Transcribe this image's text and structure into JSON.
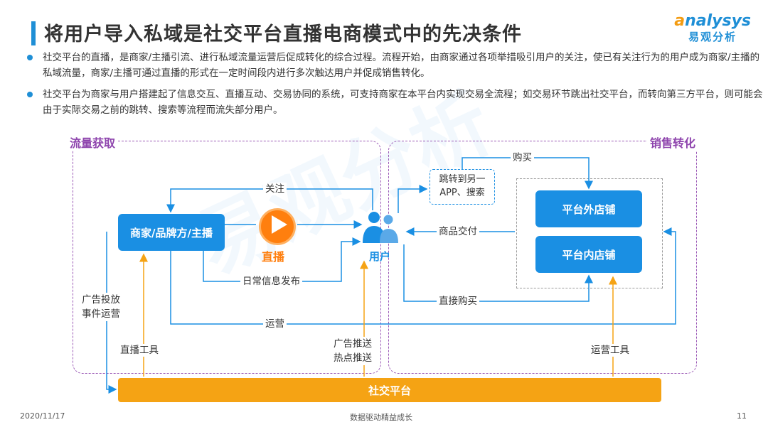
{
  "page": {
    "title": "将用户导入私域是社交平台直播电商模式中的先决条件",
    "logo_text": "nalysys",
    "logo_letter": "a",
    "logo_sub": "易观分析",
    "watermark": "易观分析"
  },
  "bullets": [
    "社交平台的直播，是商家/主播引流、进行私域流量运营后促成转化的综合过程。流程开始，由商家通过各项举措吸引用户的关注，使已有关注行为的用户成为商家/主播的私域流量，商家/主播可通过直播的形式在一定时间段内进行多次触达用户并促成销售转化。",
    "社交平台为商家与用户搭建起了信息交互、直播互动、交易协同的系统，可支持商家在本平台内实现交易全流程；如交易环节跳出社交平台，而转向第三方平台，则可能会由于实际交易之前的跳转、搜索等流程而流失部分用户。"
  ],
  "diagram": {
    "zone_left": "流量获取",
    "zone_right": "销售转化",
    "merchant": "商家/品牌方/主播",
    "live": "直播",
    "user": "用户",
    "store_outside": "平台外店铺",
    "store_inside": "平台内店铺",
    "platform": "社交平台",
    "jump_line1": "跳转到另一",
    "jump_line2": "APP、搜索",
    "labels": {
      "follow": "关注",
      "daily_info": "日常信息发布",
      "ad_line1": "广告投放",
      "ad_line2": "事件运营",
      "live_tools": "直播工具",
      "push_line1": "广告推送",
      "push_line2": "热点推送",
      "operate": "运营",
      "buy": "购买",
      "goods_delivery": "商品交付",
      "direct_buy": "直接购买",
      "ops_tools": "运营工具"
    }
  },
  "footer": {
    "date": "2020/11/17",
    "slogan": "数据驱动精益成长",
    "page_number": "11"
  }
}
